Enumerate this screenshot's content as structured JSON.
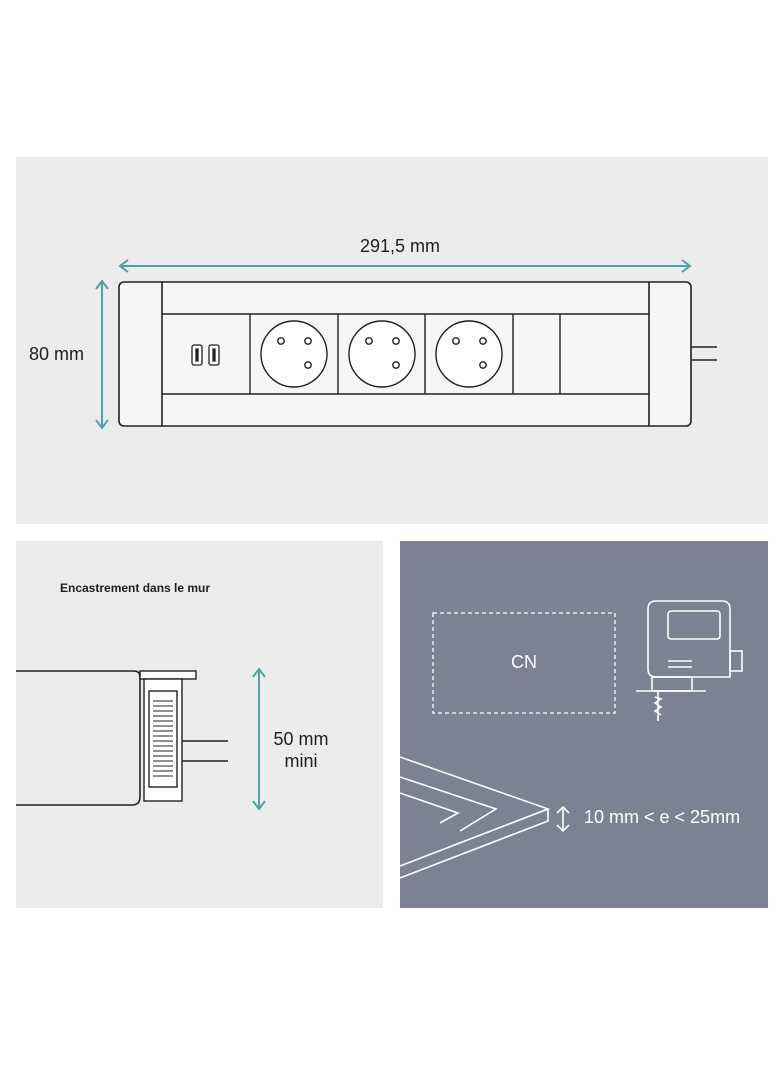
{
  "top_panel": {
    "width_label": "291,5 mm",
    "height_label": "80 mm"
  },
  "bottom_left_panel": {
    "title": "Encastrement dans le mur",
    "depth_label_line1": "50 mm",
    "depth_label_line2": "mini"
  },
  "bottom_right_panel": {
    "cutout_label": "CN",
    "thickness_label": "10 mm < e < 25mm"
  },
  "colors": {
    "panel_light": "#ececec",
    "panel_dark": "#7c8193",
    "dimension_arrow": "#4ea3a2",
    "line_dark": "#222222",
    "line_light": "#ffffff"
  },
  "icons": {
    "usb_port": "usb-port-icon",
    "french_socket": "french-socket-icon",
    "jigsaw": "jigsaw-icon",
    "double_arrow": "double-arrow-icon"
  }
}
